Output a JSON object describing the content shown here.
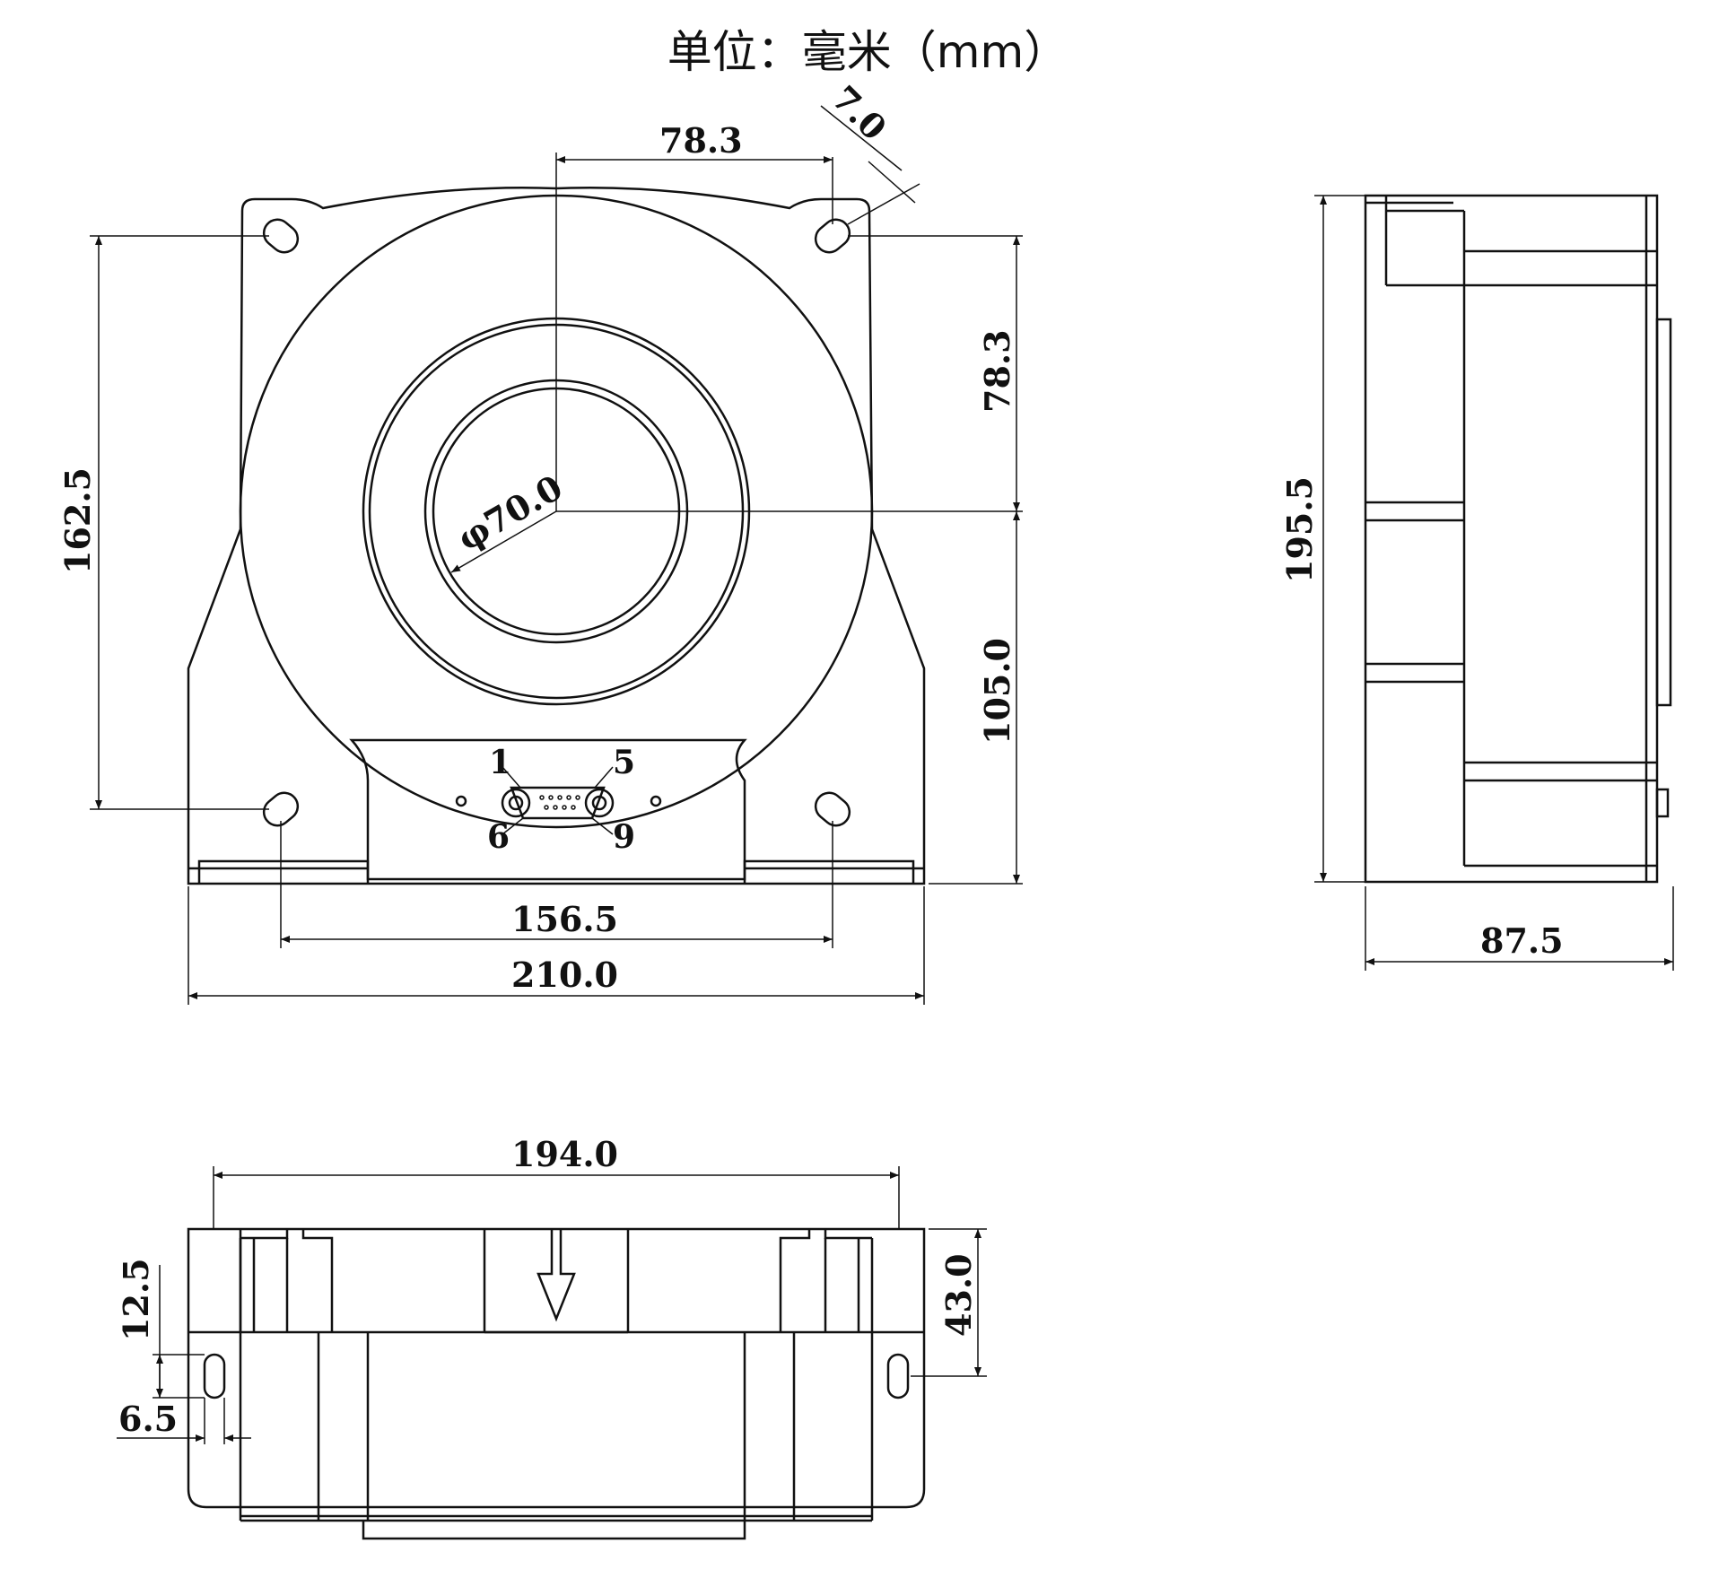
{
  "title": "单位：毫米（mm）",
  "colors": {
    "line": "#111111",
    "background": "#ffffff"
  },
  "front_view": {
    "dims": {
      "top_hole_to_center": "78.3",
      "hole_width": "7.0",
      "height_upper": "78.3",
      "height_lower": "105.0",
      "hole_vertical_spacing": "162.5",
      "inner_diameter": "φ70.0",
      "hole_horizontal_spacing": "156.5",
      "overall_width": "210.0"
    },
    "connector_pins": {
      "p1": "1",
      "p5": "5",
      "p6": "6",
      "p9": "9"
    }
  },
  "side_view": {
    "dims": {
      "overall_height": "195.5",
      "depth": "87.5"
    }
  },
  "bottom_view": {
    "dims": {
      "width": "194.0",
      "height": "43.0",
      "hole_offset": "12.5",
      "hole_width": "6.5"
    }
  }
}
